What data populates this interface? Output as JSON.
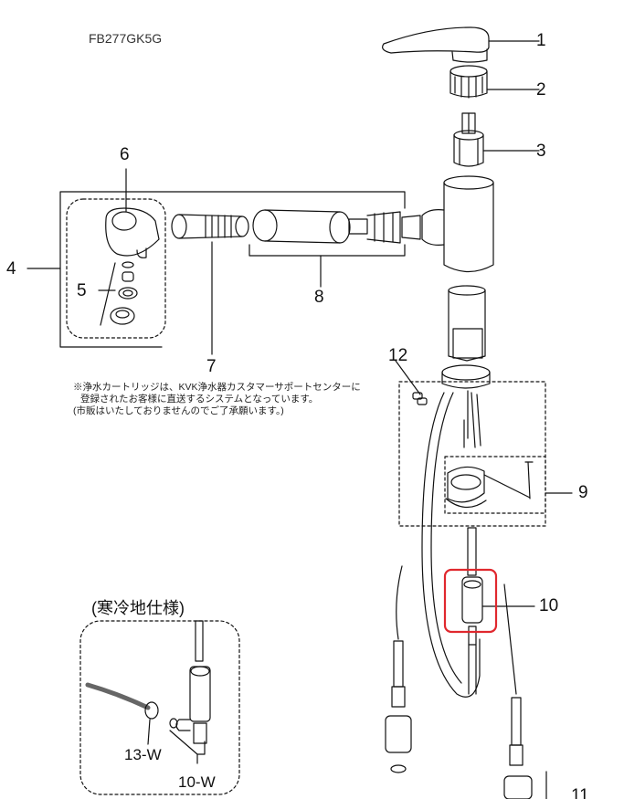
{
  "model_number": "FB277GK5G",
  "labels": {
    "p1": "1",
    "p2": "2",
    "p3": "3",
    "p4": "4",
    "p5": "5",
    "p6": "6",
    "p7": "7",
    "p8": "8",
    "p9": "9",
    "p10": "10",
    "p11": "11",
    "p12": "12",
    "p13w": "13-W",
    "p10w": "10-W"
  },
  "note_lines": [
    "※浄水カートリッジは、KVK浄水器カスタマーサポートセンターに",
    "登録されたお客様に直送するシステムとなっています。",
    "(市販はいたしておりませんのでご了承願います。)"
  ],
  "cold_region_title": "(寒冷地仕様)",
  "highlight_color": "#e0282e"
}
